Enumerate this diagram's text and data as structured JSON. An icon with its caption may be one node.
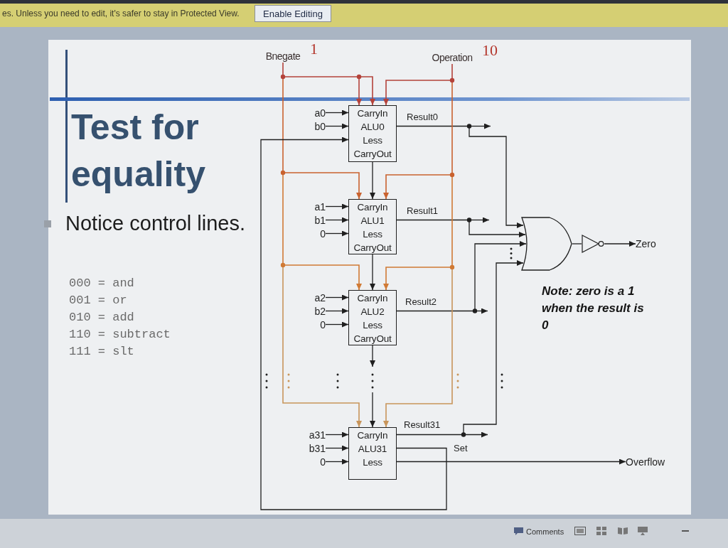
{
  "diagram": {
    "title": "Test for equality",
    "nodes": [
      {
        "text": [
          "Bnegate"
        ],
        "beside": [
          "1"
        ]
      },
      {
        "text": [
          "Operation"
        ],
        "beside": [
          "10"
        ]
      },
      {
        "text": [
          "a0"
        ]
      },
      {
        "text": [
          "b0"
        ]
      },
      {
        "text": [
          "CarryIn",
          "ALU0",
          "Less",
          "CarryOut"
        ]
      },
      {
        "text": [
          "a1"
        ]
      },
      {
        "text": [
          "b1"
        ]
      },
      {
        "text": [
          "0"
        ]
      },
      {
        "text": [
          "CarryIn",
          "ALU1",
          "Less",
          "CarryOut"
        ]
      },
      {
        "text": [
          "a2"
        ]
      },
      {
        "text": [
          "b2"
        ]
      },
      {
        "text": [
          "0"
        ]
      },
      {
        "text": [
          "CarryIn",
          "ALU2",
          "Less",
          "CarryOut"
        ]
      },
      {
        "text": [
          "a31"
        ]
      },
      {
        "text": [
          "b31"
        ]
      },
      {
        "text": [
          "0"
        ]
      },
      {
        "text": [
          "CarryIn",
          "ALU31",
          "Less"
        ]
      },
      {
        "text": [],
        "shape": "gate"
      },
      {
        "text": [],
        "shape": "triangle"
      },
      {
        "text": [
          "Zero"
        ]
      },
      {
        "text": [
          "Overflow"
        ]
      }
    ],
    "edges": [
      {
        "from": 0,
        "to": 4,
        "arrow": "to",
        "color": "#b3423a"
      },
      {
        "from": 0,
        "to": 4,
        "arrow": "to",
        "color": "#b3423a"
      },
      {
        "from": 1,
        "to": 4,
        "arrow": "to",
        "color": "#b3423a"
      },
      {
        "from": 2,
        "to": 4,
        "arrow": "to"
      },
      {
        "from": 3,
        "to": 4,
        "arrow": "to"
      },
      {
        "from": 4,
        "to": null,
        "arrow": "to",
        "label": "Result0"
      },
      {
        "from": 4,
        "to": 17,
        "arrow": "to"
      },
      {
        "from": 0,
        "to": 8,
        "arrow": "to",
        "color": "#c9622f"
      },
      {
        "from": 4,
        "to": 8,
        "arrow": "to"
      },
      {
        "from": 1,
        "to": 8,
        "arrow": "to",
        "color": "#c9622f"
      },
      {
        "from": 5,
        "to": 8,
        "arrow": "to"
      },
      {
        "from": 6,
        "to": 8,
        "arrow": "to"
      },
      {
        "from": 7,
        "to": 8,
        "arrow": "to"
      },
      {
        "from": 8,
        "to": null,
        "arrow": "to",
        "label": "Result1"
      },
      {
        "from": 8,
        "to": 17,
        "arrow": "to"
      },
      {
        "from": 0,
        "to": 12,
        "arrow": "to",
        "color": "#d07a35"
      },
      {
        "from": 8,
        "to": 12,
        "arrow": "to"
      },
      {
        "from": 1,
        "to": 12,
        "arrow": "to",
        "color": "#d07a35"
      },
      {
        "from": 9,
        "to": 12,
        "arrow": "to"
      },
      {
        "from": 10,
        "to": 12,
        "arrow": "to"
      },
      {
        "from": 11,
        "to": 12,
        "arrow": "to"
      },
      {
        "from": 12,
        "to": null,
        "arrow": "to",
        "label": "Result2"
      },
      {
        "from": 12,
        "to": 17,
        "arrow": "to"
      },
      {
        "from": 12,
        "to": null,
        "arrow": "to"
      },
      {
        "from": 0,
        "to": 16,
        "arrow": "to",
        "color": "#c8955a"
      },
      {
        "from": null,
        "to": 16,
        "arrow": "to"
      },
      {
        "from": 1,
        "to": 16,
        "arrow": "to",
        "color": "#c8955a"
      },
      {
        "from": 13,
        "to": 16,
        "arrow": "to"
      },
      {
        "from": 14,
        "to": 16,
        "arrow": "to"
      },
      {
        "from": 15,
        "to": 16,
        "arrow": "to"
      },
      {
        "from": 16,
        "to": null,
        "arrow": "to",
        "label": "Result31"
      },
      {
        "from": 16,
        "to": 17,
        "arrow": "to"
      },
      {
        "from": 16,
        "to": 4,
        "arrow": "to",
        "label": "Set"
      },
      {
        "from": 16,
        "to": 20,
        "arrow": "to"
      },
      {
        "from": 17,
        "to": 18,
        "arrow": "none"
      },
      {
        "from": 18,
        "to": 19,
        "arrow": "to"
      }
    ],
    "labels": [
      "es. Unless you need to edit, it's safer to stay in Protected View.",
      "Enable Editing",
      "Notice control lines.",
      "000 = and",
      "001 = or",
      "010 = add",
      "110 = subtract",
      "111 = slt",
      "Note: zero is a 1 when the result is 0",
      "Comments"
    ]
  }
}
